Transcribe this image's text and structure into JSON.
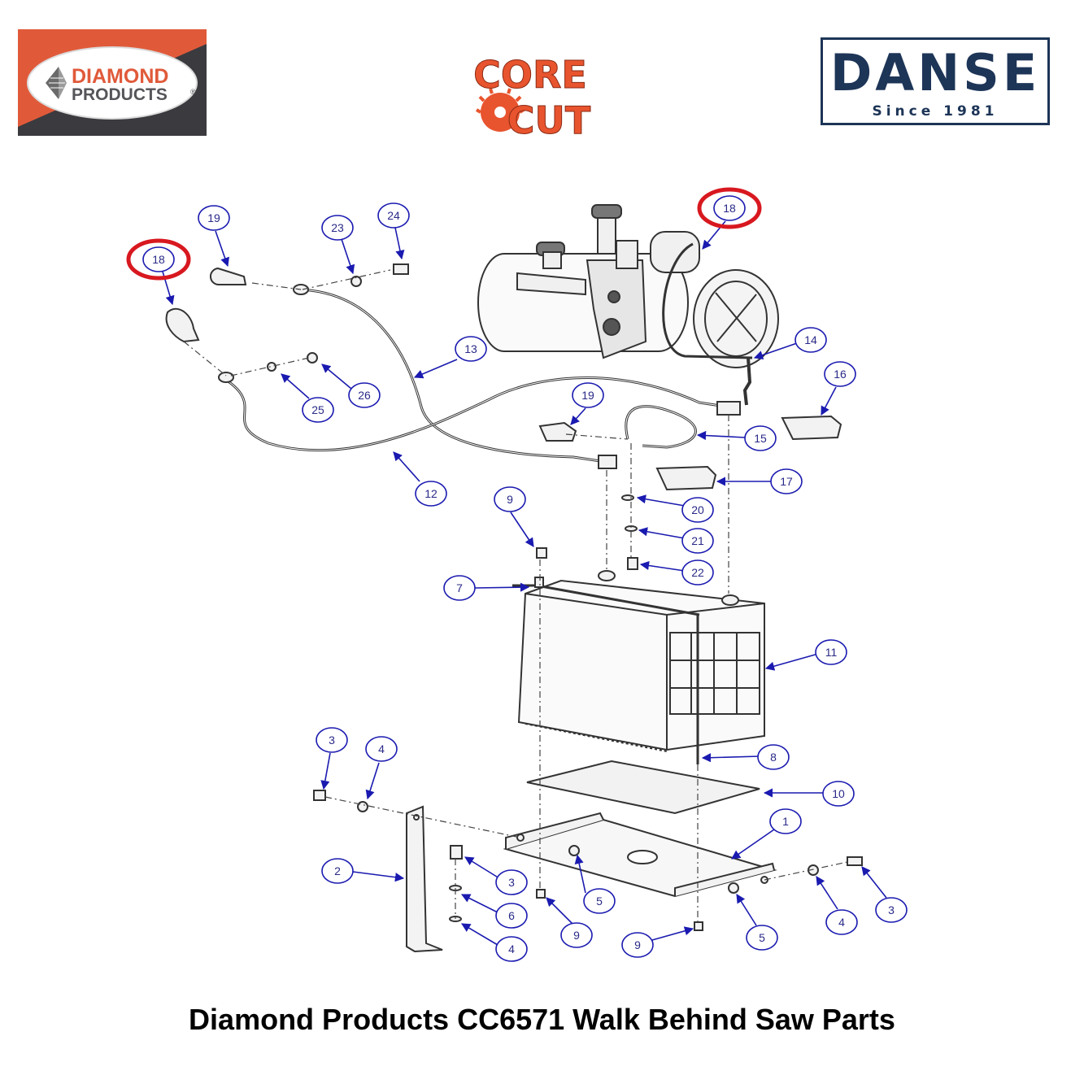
{
  "logos": {
    "diamond_top": "DIAMOND",
    "diamond_bottom": "PRODUCTS",
    "diamond_reg": "®",
    "corecut_top": "CORE",
    "corecut_bottom": "CUT",
    "danse_name": "DANSE",
    "danse_since": "Since 1981"
  },
  "colors": {
    "diamond_orange": "#e05a3a",
    "diamond_dark": "#3a3a3f",
    "corecut_red": "#e8542e",
    "danse_navy": "#1d3557",
    "callout_blue": "#1a1ab0",
    "callout_text": "#2a2a88",
    "highlight_red": "#d8181f"
  },
  "callouts": [
    {
      "label": "19"
    },
    {
      "label": "23"
    },
    {
      "label": "24"
    },
    {
      "label": "18",
      "highlight": true
    },
    {
      "label": "18",
      "highlight": true
    },
    {
      "label": "13"
    },
    {
      "label": "14"
    },
    {
      "label": "16"
    },
    {
      "label": "26"
    },
    {
      "label": "25"
    },
    {
      "label": "19"
    },
    {
      "label": "15"
    },
    {
      "label": "12"
    },
    {
      "label": "17"
    },
    {
      "label": "9"
    },
    {
      "label": "20"
    },
    {
      "label": "21"
    },
    {
      "label": "22"
    },
    {
      "label": "7"
    },
    {
      "label": "11"
    },
    {
      "label": "8"
    },
    {
      "label": "3"
    },
    {
      "label": "4"
    },
    {
      "label": "10"
    },
    {
      "label": "1"
    },
    {
      "label": "2"
    },
    {
      "label": "3"
    },
    {
      "label": "5"
    },
    {
      "label": "6"
    },
    {
      "label": "4"
    },
    {
      "label": "4"
    },
    {
      "label": "3"
    },
    {
      "label": "9"
    },
    {
      "label": "9"
    },
    {
      "label": "5"
    }
  ],
  "caption": "Diamond Products CC6571 Walk Behind Saw Parts"
}
